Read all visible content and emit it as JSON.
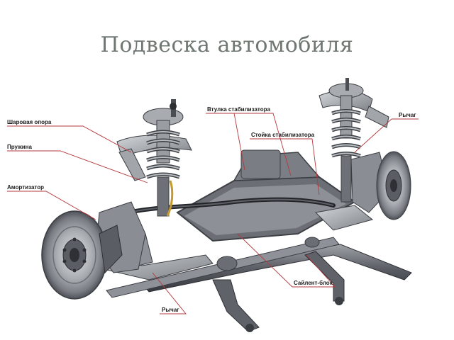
{
  "slide": {
    "title": "Подвеска автомобиля"
  },
  "diagram": {
    "labels": {
      "ball_joint": "Шаровая опора",
      "spring": "Пружина",
      "shock_absorber": "Амортизатор",
      "stabilizer_bushing": "Втулка стабилизатора",
      "stabilizer_link": "Стойка стабилизатора",
      "lever_right": "Рычаг",
      "silent_block": "Сайлент-блок",
      "lever_bottom": "Рычаг"
    },
    "leader_color": "#b5383c",
    "metal_colors": {
      "dark": "#4a4d52",
      "mid": "#8a8e94",
      "light": "#c7cacd"
    }
  }
}
